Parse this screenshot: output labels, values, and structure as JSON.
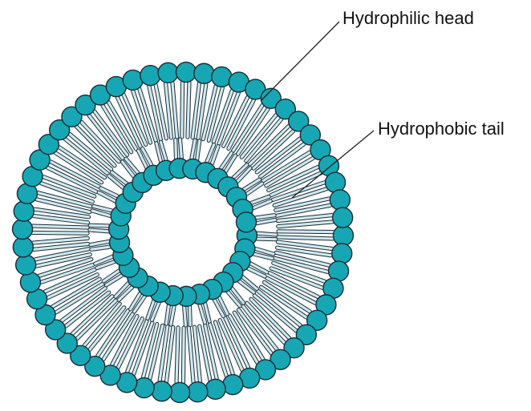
{
  "labels": {
    "head": "Hydrophilic head",
    "tail": "Hydrophobic tail"
  },
  "colors": {
    "head_fill": "#17a7b4",
    "head_stroke": "#1c2b33",
    "tail_fill": "#cfe9f0",
    "tail_stroke": "#1c2b33",
    "leader_line": "#222222",
    "background": "#ffffff"
  },
  "structure": {
    "type": "liposome cross-section (lipid bilayer vesicle)",
    "outer_leaflet_head_count": 56,
    "inner_leaflet_head_count": 30
  }
}
